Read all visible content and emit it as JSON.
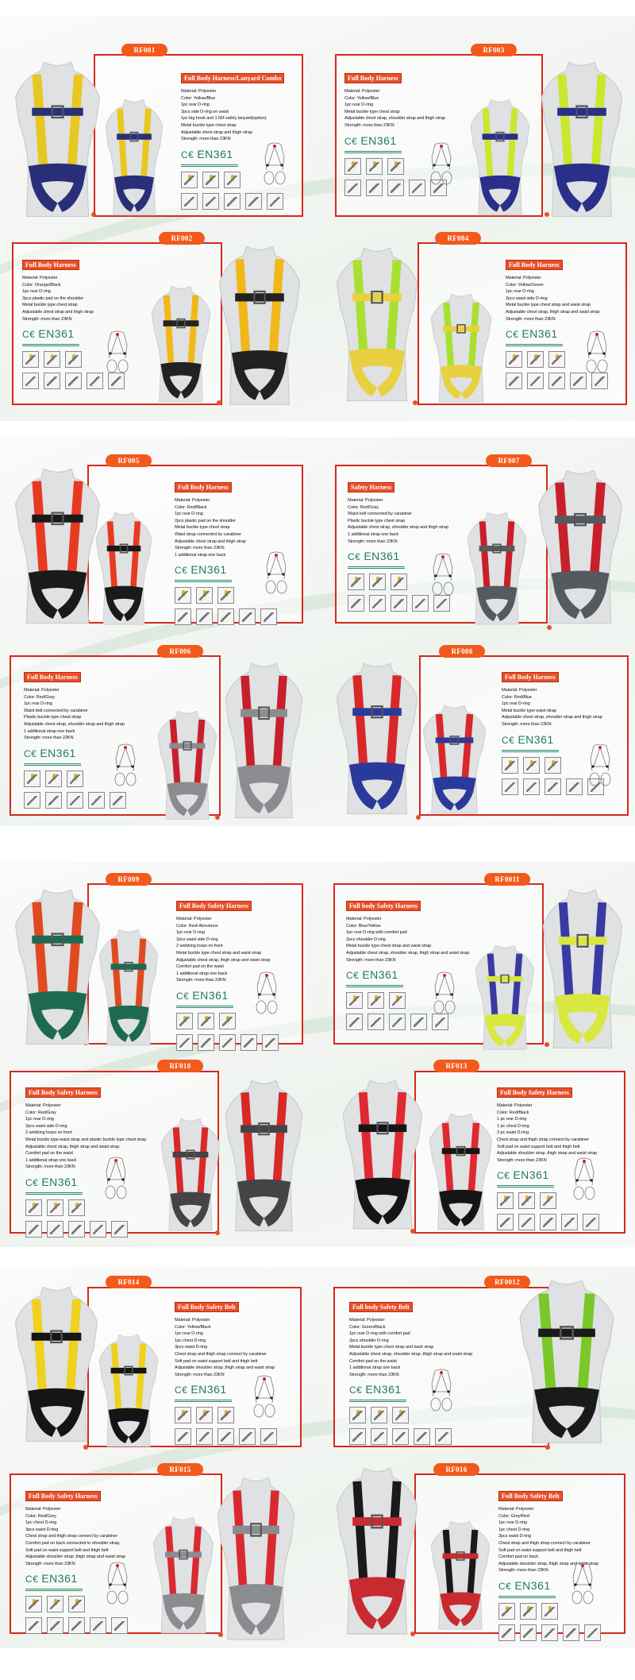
{
  "brand_colors": {
    "tag_orange": "#f25a1c",
    "frame_red": "#d8281e",
    "en_green": "#1e7a6a"
  },
  "certification": {
    "ce": "C€",
    "standard": "EN361"
  },
  "products": [
    {
      "code": "RF001",
      "title": "Full Body Harness/Lanyard Combo",
      "colors": [
        "#e8c820",
        "#2a2f7a"
      ],
      "specs": [
        "Material: Polyester",
        "Color: Yellow/Blue",
        "1pc rear D-ring",
        "2pcs side D-ring on waist",
        "1pc big hook and 1.5M safety lanyard(option)",
        "Metal buckle type chest strap",
        "Adjustable chest strap and thigh strap",
        "Strength: more than 23KN"
      ]
    },
    {
      "code": "RF003",
      "title": "Full Body Harness",
      "colors": [
        "#c8e830",
        "#2a2f8a"
      ],
      "specs": [
        "Material: Polyester",
        "Color: Yellow/Blue",
        "1pc rear D-ring",
        "Metal buckle type chest strap",
        "Adjustable chest strap, shoulder strap and thigh strap",
        "Strength: more than 23KN"
      ]
    },
    {
      "code": "RF002",
      "title": "Full Body Harness",
      "colors": [
        "#f0b818",
        "#222222"
      ],
      "specs": [
        "Material: Polyester",
        "Color: Orange/Black",
        "1pc rear D-ring",
        "2pcs plastic pad on the shoulder",
        "Metal buckle type chest strap",
        "Adjustable chest strap and thigh strap",
        "Strength: more than 23KN"
      ]
    },
    {
      "code": "RF004",
      "title": "Full Body Harness",
      "colors": [
        "#a8e030",
        "#e8d040"
      ],
      "specs": [
        "Material: Polyester",
        "Color: Yellow/Green",
        "1pc rear D-ring",
        "2pcs waist side D-ring",
        "Metal buckle type chest strap and waist strap",
        "Adjustable chest strap, thigh strap and waist strap",
        "Strength: more than 23KN"
      ]
    },
    {
      "code": "RF005",
      "title": "Full Body Harness",
      "colors": [
        "#e83a22",
        "#1a1a1a"
      ],
      "specs": [
        "Material: Polyester",
        "Color: Red/Black",
        "1pc rear D-ring",
        "2pcs plastic pad on the shoulder",
        "Metal buckle type chest strap",
        "Waist strap connected by carabiner",
        "Adjustable chest strap and thigh strap",
        "Strength: more than 23KN",
        "1 additional strap one back"
      ]
    },
    {
      "code": "RF007",
      "title": "Safety Harness",
      "colors": [
        "#c8202a",
        "#555a60"
      ],
      "specs": [
        "Material: Polyester",
        "Color: Red/Gray",
        "Waist belt connected by carabiner",
        "Plastic buckle type chest strap",
        "Adjustable chest strap, shoulder strap and thigh strap",
        "1 additional strap one back",
        "Strength: more than 23KN"
      ]
    },
    {
      "code": "RF006",
      "title": "Full Body Harness",
      "colors": [
        "#c8202a",
        "#8a8c90"
      ],
      "specs": [
        "Material: Polyester",
        "Color: Red/Gray",
        "1pc rear D-ring",
        "Waist belt connected by carabiner",
        "Plastic buckle type chest strap",
        "Adjustable chest strap, shoulder strap and thigh strap",
        "1 additional strap one back",
        "Strength: more than 23KN"
      ]
    },
    {
      "code": "RF008",
      "title": "Full Body Harness",
      "colors": [
        "#d8282a",
        "#2a3a9a"
      ],
      "specs": [
        "Material: Polyester",
        "Color: Red/Blue",
        "1pc rear D-ring",
        "Metal buckle type waist strap",
        "Adjustable chest strap, shoulder strap and thigh strap",
        "Strength: more than 23KN"
      ]
    },
    {
      "code": "RF009",
      "title": "Full Body Safety Harness",
      "colors": [
        "#e04a22",
        "#1e6a50"
      ],
      "specs": [
        "Material: Polyester",
        "Color: Red/ Atrovirens",
        "1pc rear D-ring",
        "2pcs waist side D-ring",
        "2 webbing loops on front",
        "Metal buckle type chest strap and waist strap",
        "Adjustable chest strap, thigh strap and waist strap",
        "Comfort pad on the waist",
        "1 additional strap one back",
        "Strength: more than 23KN"
      ]
    },
    {
      "code": "RF0011",
      "title": "Full body Safety Harness",
      "colors": [
        "#3a3aa0",
        "#d8e840"
      ],
      "specs": [
        "Material: Polyester",
        "Color: Blue/Yellow",
        "1pc rear D-ring with comfort pad",
        "2pcs shoulder D-ring",
        "Metal buckle type chest strap and waist strap",
        "Adjustable chest strap, shoulder strap, thigh strap and waist strap",
        "Strength: more than 23KN"
      ]
    },
    {
      "code": "RF010",
      "title": "Full Body Safety Harness",
      "colors": [
        "#d82828",
        "#444444"
      ],
      "specs": [
        "Material: Polyester",
        "Color: Red/Gray",
        "1pc rear D-ring",
        "2pcs waist side D-ring",
        "2 webbing loops on front",
        "Metal buckle type waist strap and plastic buckle type chest strap",
        "Adjustable chest strap, thigh strap and waist strap",
        "Comfort pad on the waist",
        "1 additional strap one back",
        "Strength: more than 23KN"
      ]
    },
    {
      "code": "RF013",
      "title": "Full Body Safety Harness",
      "colors": [
        "#e02830",
        "#151515"
      ],
      "specs": [
        "Material: Polyester",
        "Color: Red/Black",
        "1 pc rear D-ring",
        "1 pc chest D-ring",
        "3 pc waist D-ring",
        "Chest strap and thigh strap connect by carabiner",
        "Soft pad on waist support belt and thigh belt",
        "Adjustable shoulder strap ,thigh strap and waist strap",
        "Strength: more than 23KN"
      ]
    },
    {
      "code": "RF014",
      "title": "Full Body Safety Belt",
      "colors": [
        "#f0d020",
        "#151515"
      ],
      "specs": [
        "Material: Polyester",
        "Color: Yellow/Black",
        "1pc rear D-ring",
        "1pc chest D-ring",
        "3pcs waist D-ring",
        "Chest strap and thigh strap connect by carabiner",
        "Soft pad on waist support belt and thigh belt",
        "Adjustable shoulder strap ,thigh strap and waist strap",
        "Strength: more than 23KN"
      ]
    },
    {
      "code": "RF0012",
      "title": "Full body Safety Belt",
      "colors": [
        "#7ac828",
        "#1a1a1a"
      ],
      "specs": [
        "Material: Polyester",
        "Color: Green/Black",
        "1pc rear D-ring with comfort pad",
        "2pcs shoulder D-ring",
        "Metal buckle type chest strap and back strap",
        "Adjustable chest strap, shoulder strap ,thigh strap and waist strap",
        "Comfort pad on the waist",
        "1 additional strap one back",
        "Strength: more than 23KN"
      ]
    },
    {
      "code": "RF015",
      "title": "Full Body Safety Harness",
      "colors": [
        "#d82a30",
        "#8a8c90"
      ],
      "specs": [
        "Material: Polyester",
        "Color: Red/Grey",
        "1pc chest D-ring",
        "3pcs waist D-ring",
        "Chest strap and thigh strap connect by carabiner",
        "Comfort pad on back connected to shoulder strap,",
        "Soft pad on waist support belt and thigh belt",
        "Adjustable shoulder strap ,thigh strap and waist strap",
        "Strength: more than 23KN"
      ]
    },
    {
      "code": "RF016",
      "title": "Full Body Safety Belt",
      "colors": [
        "#1a1a1a",
        "#c82a30"
      ],
      "specs": [
        "Material: Polyester",
        "Color: Grey/Red",
        "1pc rear D-ring",
        "1pc chest D-ring",
        "3pcs waist D-ring",
        "Chest strap and thigh strap connect by carabiner",
        "Soft pad on waist support belt and thigh belt",
        "Comfort pad on back",
        "Adjustable shoulder strap, thigh strap and waist strap",
        "Strength: more than 23KN"
      ]
    }
  ]
}
